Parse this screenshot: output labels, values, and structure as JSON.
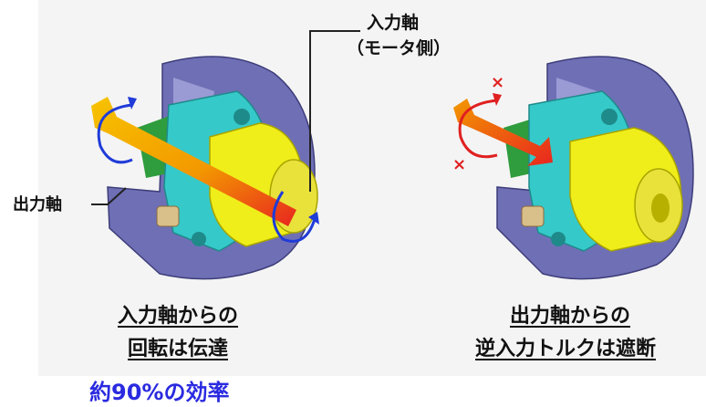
{
  "labels": {
    "input_shaft_line1": "入力軸",
    "input_shaft_line2": "（モータ側）",
    "output_shaft": "出力軸"
  },
  "captions": {
    "left_line1": "入力軸からの",
    "left_line2": "回転は伝達",
    "right_line1": "出力軸からの",
    "right_line2": "逆入力トルクは遮断"
  },
  "efficiency": "約90%の効率",
  "marks": {
    "blocked": "×"
  },
  "colors": {
    "housing": "#6f6fb6",
    "plate": "#36c9c9",
    "hub": "#f0ee1a",
    "arrow_orange": "#f39800",
    "arrow_red": "#e8251f",
    "rotation_blue": "#1f3bd8",
    "rotation_red": "#e02020",
    "efficiency_text": "#2a2ae0"
  }
}
